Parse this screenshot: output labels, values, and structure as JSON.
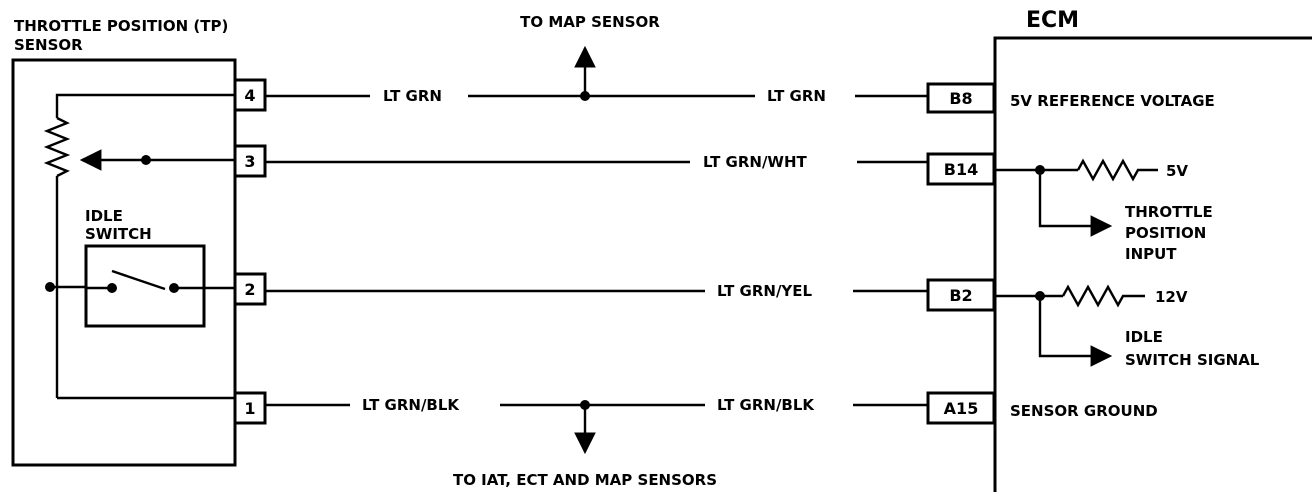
{
  "sensor": {
    "title_line1": "THROTTLE POSITION (TP)",
    "title_line2": "SENSOR",
    "idle_switch_line1": "IDLE",
    "idle_switch_line2": "SWITCH",
    "pins": [
      "4",
      "3",
      "2",
      "1"
    ]
  },
  "ecm": {
    "title": "ECM",
    "pins": [
      "B8",
      "B14",
      "B2",
      "A15"
    ],
    "labels": {
      "ref_voltage": "5V REFERENCE VOLTAGE",
      "voltage_5v": "5V",
      "tp_input_line1": "THROTTLE",
      "tp_input_line2": "POSITION",
      "tp_input_line3": "INPUT",
      "voltage_12v": "12V",
      "idle_signal_line1": "IDLE",
      "idle_signal_line2": "SWITCH SIGNAL",
      "sensor_ground": "SENSOR GROUND"
    }
  },
  "wires": {
    "w4_left": "LT GRN",
    "w4_right": "LT GRN",
    "w3": "LT GRN/WHT",
    "w2": "LT GRN/YEL",
    "w1_left": "LT GRN/BLK",
    "w1_right": "LT GRN/BLK"
  },
  "branches": {
    "to_map": "TO MAP SENSOR",
    "to_sensors": "TO IAT, ECT AND MAP SENSORS"
  }
}
